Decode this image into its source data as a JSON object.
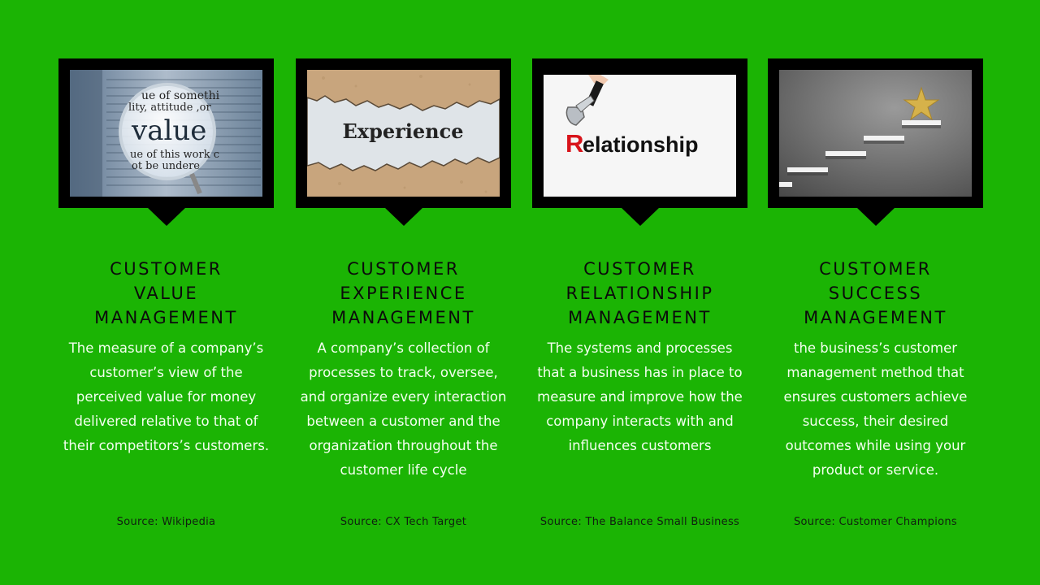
{
  "cards": [
    {
      "image_label": "value",
      "image_text_lines": [
        "ue of somethi",
        "lity, attitude ,or",
        "ue of this work c",
        "ot be undere"
      ],
      "title_lines": [
        "CUSTOMER",
        "VALUE",
        "MANAGEMENT"
      ],
      "description": "The measure of a company’s customer’s view of the perceived value for money delivered relative to that of their competitors’s customers.",
      "source": "Source: Wikipedia"
    },
    {
      "image_label": "Experience",
      "title_lines": [
        "CUSTOMER",
        "EXPERIENCE",
        "MANAGEMENT"
      ],
      "description": "A company’s collection of processes to track, oversee, and organize every interaction between a customer and the organization throughout the customer life cycle",
      "source": "Source: CX Tech Target"
    },
    {
      "image_label_first": "R",
      "image_label_rest": "elationship",
      "title_lines": [
        "CUSTOMER",
        "RELATIONSHIP",
        "MANAGEMENT"
      ],
      "description": "The systems and processes that a business has in place to measure and improve how the company interacts with and influences customers",
      "source": "Source: The Balance Small Business"
    },
    {
      "title_lines": [
        "CUSTOMER",
        "SUCCESS",
        "MANAGEMENT"
      ],
      "description": "the business’s customer management method that ensures customers achieve success, their desired outcomes while using your product or service.",
      "source": "Source: Customer Champions"
    }
  ],
  "colors": {
    "background": "#1bb404",
    "frame": "#000000",
    "title": "#0b0b0b",
    "description": "#f4ffef",
    "accent_red": "#d8141b"
  },
  "icons": [
    "magnifying-glass-icon",
    "wrench-icon",
    "star-icon"
  ]
}
